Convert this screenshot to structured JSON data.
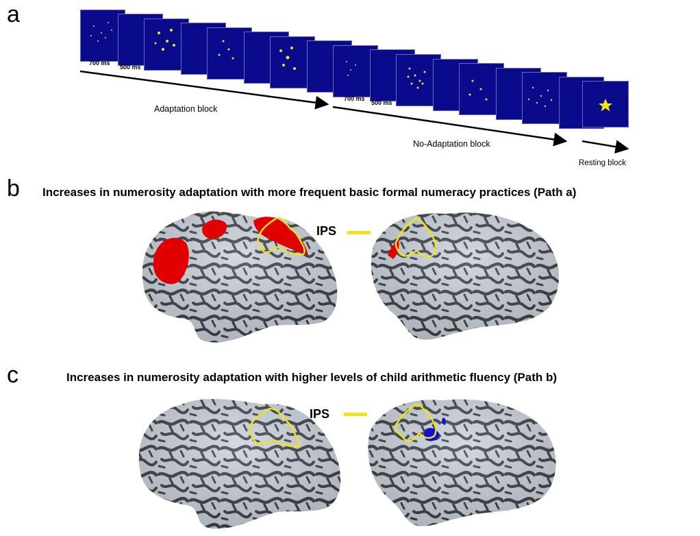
{
  "panel_a": {
    "letter": "a",
    "timings_first": [
      "700 ms",
      "500 ms"
    ],
    "timings_second": [
      "700 ms",
      "500 ms"
    ],
    "adaptation_label": "Adaptation block",
    "no_adaptation_label": "No-Adaptation block",
    "resting_label": "Resting block",
    "stimulus_color": "#0a0a8c",
    "dot_color": "#f5e11c"
  },
  "panel_b": {
    "letter": "b",
    "title": "Increases in numerosity adaptation with more frequent basic formal numeracy practices (Path a)",
    "ips_label": "IPS",
    "cluster_color": "#e00000"
  },
  "panel_c": {
    "letter": "c",
    "title": "Increases in numerosity adaptation with higher levels of child arithmetic fluency (Path b)",
    "ips_label": "IPS",
    "cluster_color": "#1010d0"
  },
  "colors": {
    "ips_outline": "#f5e11c",
    "brain_light": "#c9d2da",
    "brain_dark": "#3b3f44"
  }
}
